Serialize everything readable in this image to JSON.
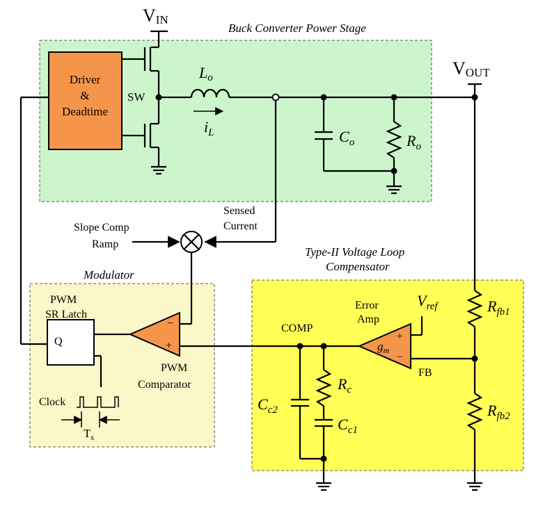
{
  "regions": {
    "power_stage": "Buck Converter Power Stage",
    "modulator": "Modulator",
    "compensator_line1": "Type-II Voltage Loop",
    "compensator_line2": "Compensator"
  },
  "nodes": {
    "vin_main": "V",
    "vin_sub": "IN",
    "vout_main": "V",
    "vout_sub": "OUT",
    "sw": "SW",
    "comp": "COMP",
    "fb": "FB",
    "sensed_line1": "Sensed",
    "sensed_line2": "Current",
    "slope_line1": "Slope Comp",
    "slope_line2": "Ramp",
    "clock": "Clock",
    "ts_main": "T",
    "ts_sub": "s"
  },
  "blocks": {
    "driver_line1": "Driver",
    "driver_line2": "&",
    "driver_line3": "Deadtime",
    "latch_line1": "PWM",
    "latch_line2": "SR Latch",
    "latch_q": "Q",
    "pwm_line1": "PWM",
    "pwm_line2": "Comparator",
    "ea_line1": "Error",
    "ea_line2": "Amp",
    "gm_main": "g",
    "gm_sub": "m"
  },
  "components": {
    "lo_main": "L",
    "lo_sub": "o",
    "il_main": "i",
    "il_sub": "L",
    "co_main": "C",
    "co_sub": "o",
    "ro_main": "R",
    "ro_sub": "o",
    "rc_main": "R",
    "rc_sub": "c",
    "cc1_main": "C",
    "cc1_sub": "c1",
    "cc2_main": "C",
    "cc2_sub": "c2",
    "rfb1_main": "R",
    "rfb1_sub": "fb1",
    "rfb2_main": "R",
    "rfb2_sub": "fb2",
    "vref_main": "V",
    "vref_sub": "ref"
  },
  "colors": {
    "power_stage_fill": "#ccf5cc",
    "modulator_fill": "#fcf7c8",
    "compensator_fill": "#ffff55",
    "driver_fill": "#f4954a",
    "amp_fill": "#f4954a"
  }
}
